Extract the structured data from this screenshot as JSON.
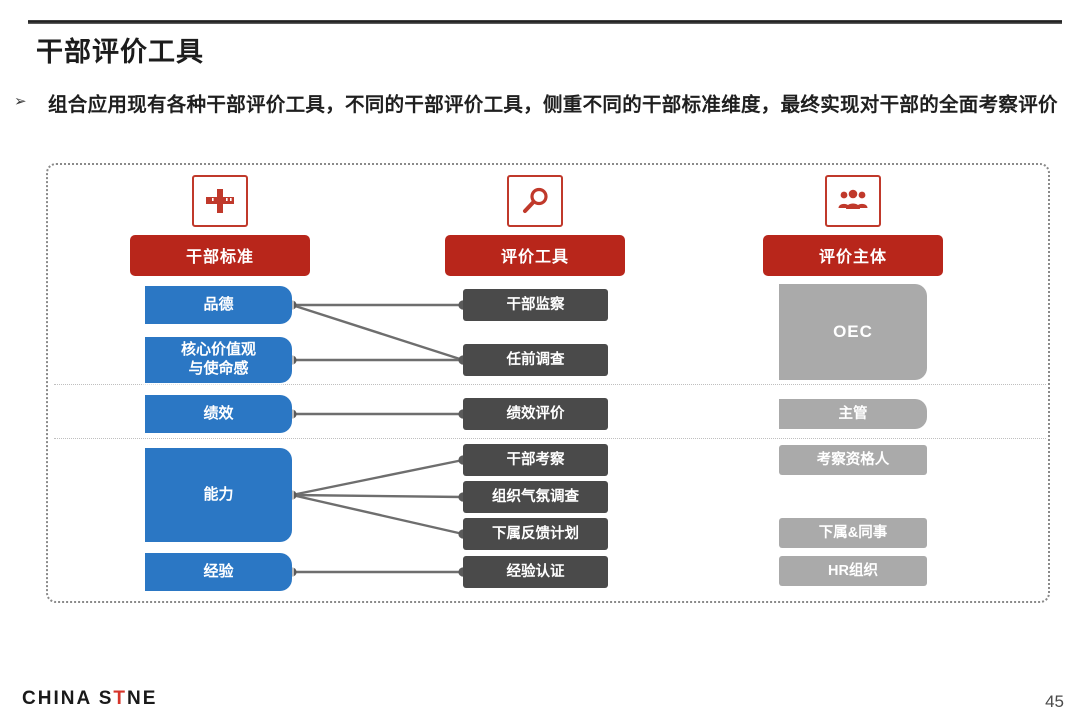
{
  "slide": {
    "title": "干部评价工具",
    "bullet_marker": "➢",
    "bullet_text": "组合应用现有各种干部评价工具，不同的干部评价工具，侧重不同的干部标准维度，最终实现对干部的全面考察评价",
    "page_number": "45",
    "footer_logo_left": "CHINA S",
    "footer_logo_mark": "T",
    "footer_logo_right": "NE"
  },
  "colors": {
    "accent_red": "#b8261b",
    "icon_border_red": "#c0392b",
    "standard_blue": "#2b77c4",
    "tool_gray": "#4a4a4a",
    "actor_gray": "#aaaaaa",
    "container_border": "#8a8a8a",
    "divider": "#bfbfbf"
  },
  "columns": [
    {
      "label": "干部标准",
      "icon": "ruler-icon"
    },
    {
      "label": "评价工具",
      "icon": "magnifier-icon"
    },
    {
      "label": "评价主体",
      "icon": "people-group-icon"
    }
  ],
  "standards": [
    {
      "id": "pinde",
      "label": "品德"
    },
    {
      "id": "hexin",
      "label": "核心价值观\n与使命感"
    },
    {
      "id": "jixiao",
      "label": "绩效"
    },
    {
      "id": "nengli",
      "label": "能力"
    },
    {
      "id": "jingyan",
      "label": "经验"
    }
  ],
  "tools": [
    {
      "id": "ganbujiancha",
      "label": "干部监察"
    },
    {
      "id": "renqiandiaocha",
      "label": "任前调查"
    },
    {
      "id": "jixiaopingjia",
      "label": "绩效评价"
    },
    {
      "id": "ganbukaocha",
      "label": "干部考察"
    },
    {
      "id": "zuzhiqifen",
      "label": "组织气氛调查"
    },
    {
      "id": "xiashufankui",
      "label": "下属反馈计划"
    },
    {
      "id": "jingyanrenzheng",
      "label": "经验认证"
    }
  ],
  "actors": [
    {
      "id": "oec",
      "label": "OEC"
    },
    {
      "id": "zhuguan",
      "label": "主管"
    },
    {
      "id": "kaochaziges",
      "label": "考察资格人"
    },
    {
      "id": "xiashutongshi",
      "label": "下属&同事"
    },
    {
      "id": "hrzuzhi",
      "label": "HR组织"
    }
  ],
  "links": [
    {
      "from": "pinde",
      "to": "ganbujiancha"
    },
    {
      "from": "pinde",
      "to": "renqiandiaocha"
    },
    {
      "from": "hexin",
      "to": "renqiandiaocha"
    },
    {
      "from": "jixiao",
      "to": "jixiaopingjia"
    },
    {
      "from": "nengli",
      "to": "ganbukaocha"
    },
    {
      "from": "nengli",
      "to": "zuzhiqifen"
    },
    {
      "from": "nengli",
      "to": "xiashufankui"
    },
    {
      "from": "jingyan",
      "to": "jingyanrenzheng"
    }
  ]
}
